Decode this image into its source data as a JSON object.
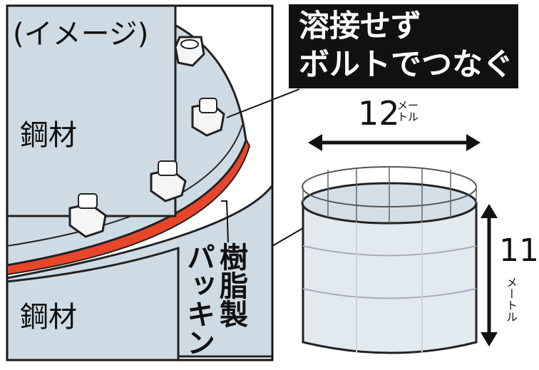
{
  "image_label": "(イメージ)",
  "material_top": "鋼材",
  "material_bottom": "鋼材",
  "callout": {
    "line1": "溶接せず",
    "line2": "ボルトでつなぐ"
  },
  "gasket": {
    "col1": "樹脂製",
    "col2": "パッキン"
  },
  "tank": {
    "width_value": "12",
    "width_unit": "メートル",
    "height_value": "11",
    "height_unit": "メートル"
  },
  "colors": {
    "steel": "#cfdbe4",
    "steel_edge": "#222222",
    "gasket": "#e8462a",
    "tank_body": "#e2eaf0",
    "tank_top": "#d4dee6",
    "callout_bg": "#111111"
  },
  "icons": [
    "bolt-icon",
    "double-arrow-icon"
  ]
}
